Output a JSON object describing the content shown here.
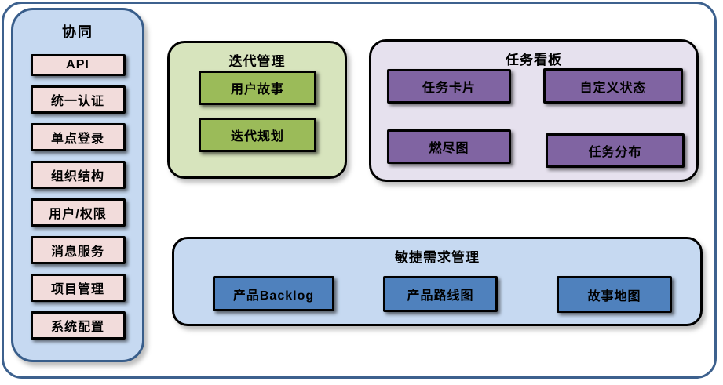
{
  "colors": {
    "frame_border": "#3d618e",
    "sidebar_bg": "#c6d9f1",
    "sidebar_border": "#385d8a",
    "pink_box": "#f2dcdb",
    "green_section_bg": "#d7e4bd",
    "green_box": "#9bbb59",
    "purple_section_bg": "#e6e1ee",
    "purple_box": "#8064a2",
    "blue_section_bg": "#c6d9f1",
    "blue_box": "#4f81bd"
  },
  "sidebar": {
    "title": "协同",
    "items": [
      "API",
      "统一认证",
      "单点登录",
      "组织结构",
      "用户/权限",
      "消息服务",
      "项目管理",
      "系统配置"
    ]
  },
  "sections": {
    "iteration": {
      "title": "迭代管理",
      "items": [
        "用户故事",
        "迭代规划"
      ]
    },
    "kanban": {
      "title": "任务看板",
      "items": [
        "任务卡片",
        "自定义状态",
        "燃尽图",
        "任务分布"
      ]
    },
    "requirements": {
      "title": "敏捷需求管理",
      "items": [
        "产品Backlog",
        "产品路线图",
        "故事地图"
      ]
    }
  }
}
